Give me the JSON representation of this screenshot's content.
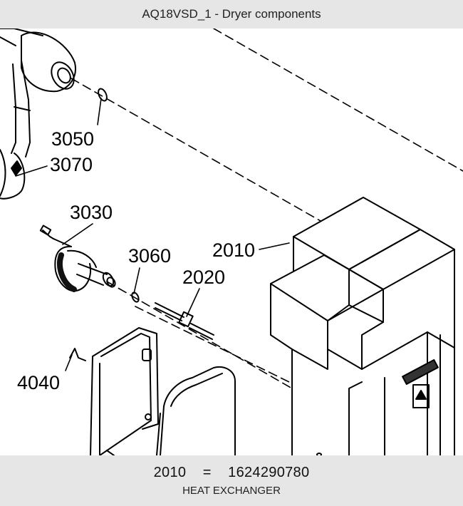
{
  "header": {
    "title": "AQ18VSD_1 - Dryer components"
  },
  "callouts": [
    {
      "id": "3050",
      "text": "3050"
    },
    {
      "id": "3070",
      "text": "3070"
    },
    {
      "id": "3030",
      "text": "3030"
    },
    {
      "id": "3060",
      "text": "3060"
    },
    {
      "id": "2020",
      "text": "2020"
    },
    {
      "id": "2010",
      "text": "2010"
    },
    {
      "id": "4040",
      "text": "4040"
    }
  ],
  "selected_part": {
    "position": "2010",
    "separator": "=",
    "part_number": "1624290780",
    "description": "HEAT EXCHANGER"
  }
}
